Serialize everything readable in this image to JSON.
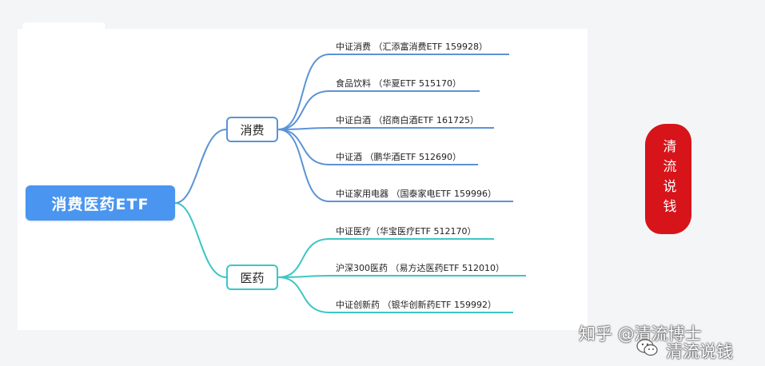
{
  "mindmap": {
    "root": "消费医药ETF",
    "branches": [
      {
        "label": "消费",
        "color": "#5b93d6",
        "leaves": [
          "中证消费 （汇添富消费ETF 159928）",
          "食品饮料 （华夏ETF 515170）",
          "中证白酒 （招商白酒ETF 161725）",
          "中证酒 （鹏华酒ETF 512690）",
          "中证家用电器 （国泰家电ETF 159996）"
        ]
      },
      {
        "label": "医药",
        "color": "#3dc6c6",
        "leaves": [
          "中证医疗（华宝医疗ETF 512170）",
          "沪深300医药 （易方达医药ETF 512010）",
          "中证创新药 （银华创新药ETF 159992）"
        ]
      }
    ]
  },
  "seal": {
    "text": "清流说钱",
    "color": "#d6141a"
  },
  "watermark": {
    "platform": "知乎 @清流博士",
    "account": "清流说钱",
    "icon": "wechat-icon"
  },
  "colors": {
    "root": "#4a95f0",
    "canvas": "#ffffff",
    "background": "#f4f5f7"
  }
}
